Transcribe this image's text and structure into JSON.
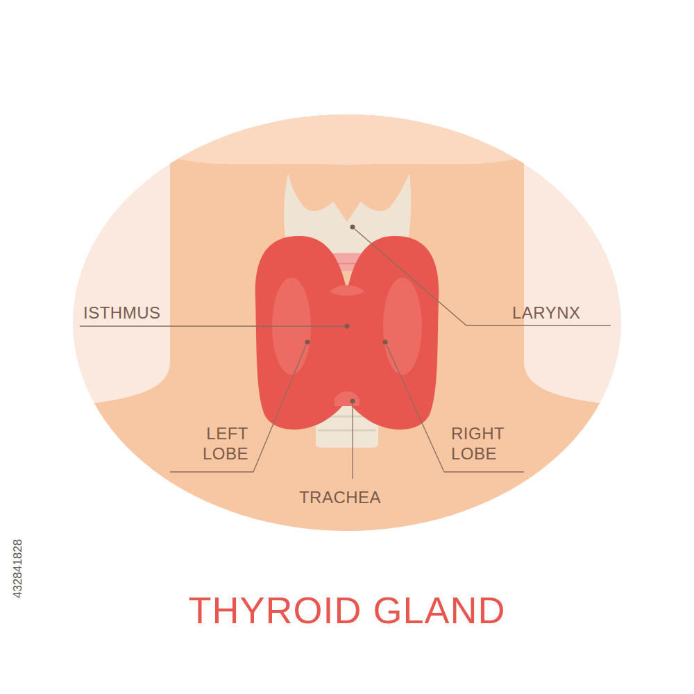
{
  "diagram": {
    "title": "THYROID GLAND",
    "labels": [
      "ISTHMUS",
      "LARYNX",
      "LEFT LOBE",
      "RIGHT LOBE",
      "TRACHEA",
      "432841828"
    ]
  }
}
